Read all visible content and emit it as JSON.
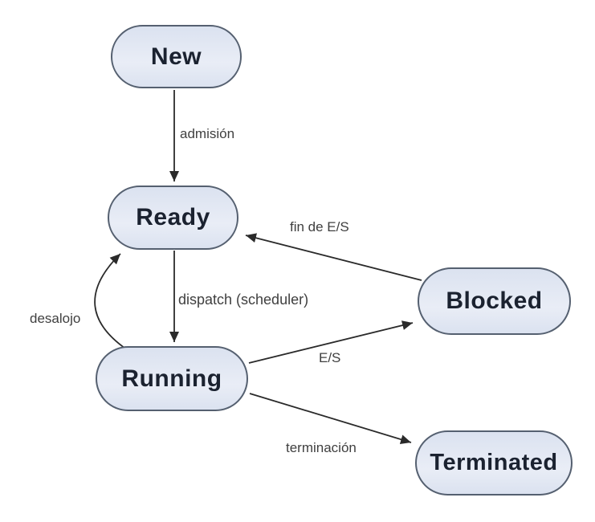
{
  "diagram": {
    "type": "state-diagram",
    "subject": "process states",
    "nodes": [
      {
        "id": "new",
        "label": "New"
      },
      {
        "id": "ready",
        "label": "Ready"
      },
      {
        "id": "running",
        "label": "Running"
      },
      {
        "id": "blocked",
        "label": "Blocked"
      },
      {
        "id": "terminated",
        "label": "Terminated"
      }
    ],
    "edges": [
      {
        "from": "new",
        "to": "ready",
        "label": "admisión"
      },
      {
        "from": "ready",
        "to": "running",
        "label": "dispatch (scheduler)"
      },
      {
        "from": "running",
        "to": "ready",
        "label": "desalojo"
      },
      {
        "from": "blocked",
        "to": "ready",
        "label": "fin de E/S"
      },
      {
        "from": "running",
        "to": "blocked",
        "label": "E/S"
      },
      {
        "from": "running",
        "to": "terminated",
        "label": "terminación"
      }
    ],
    "colors": {
      "background": "#ffffff",
      "node_fill_top": "#dbe2f0",
      "node_fill_bottom": "#e9edf6",
      "node_border": "#556070",
      "node_text": "#1b2230",
      "arrow": "#2a2a2a",
      "label_text": "#3f3f3f"
    }
  }
}
